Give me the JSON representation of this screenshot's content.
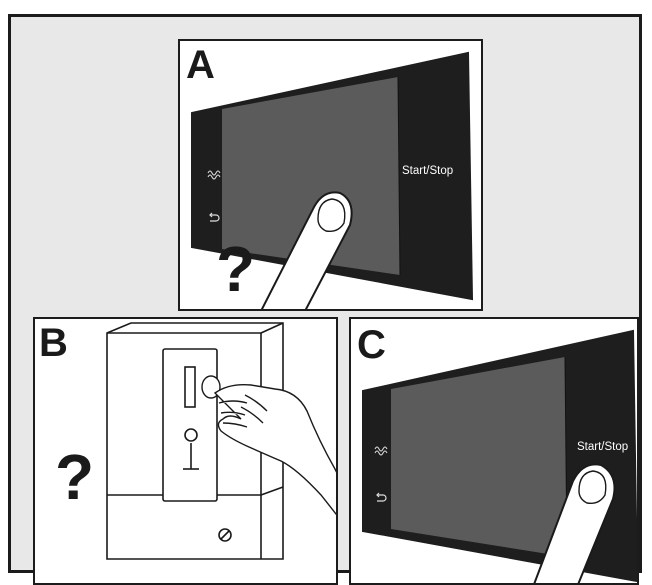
{
  "panels": {
    "a": {
      "letter": "A",
      "question": "?",
      "display": {
        "button_label": "Start/Stop",
        "top_icon": "wash-icon",
        "bottom_icon": "back-arrow-icon"
      },
      "gesture": "finger-tap-icon"
    },
    "b": {
      "letter": "B",
      "question": "?",
      "device": "fuse-box",
      "gesture": "hand-inserting-coin-icon"
    },
    "c": {
      "letter": "C",
      "display": {
        "button_label": "Start/Stop",
        "top_icon": "wash-icon",
        "bottom_icon": "back-arrow-icon"
      },
      "gesture": "finger-tap-icon"
    }
  },
  "colors": {
    "frame_bg": "#e8e8e9",
    "display_bezel": "#1e1e1e",
    "display_screen": "#5a5a5a",
    "outline": "#1a1a1a"
  }
}
